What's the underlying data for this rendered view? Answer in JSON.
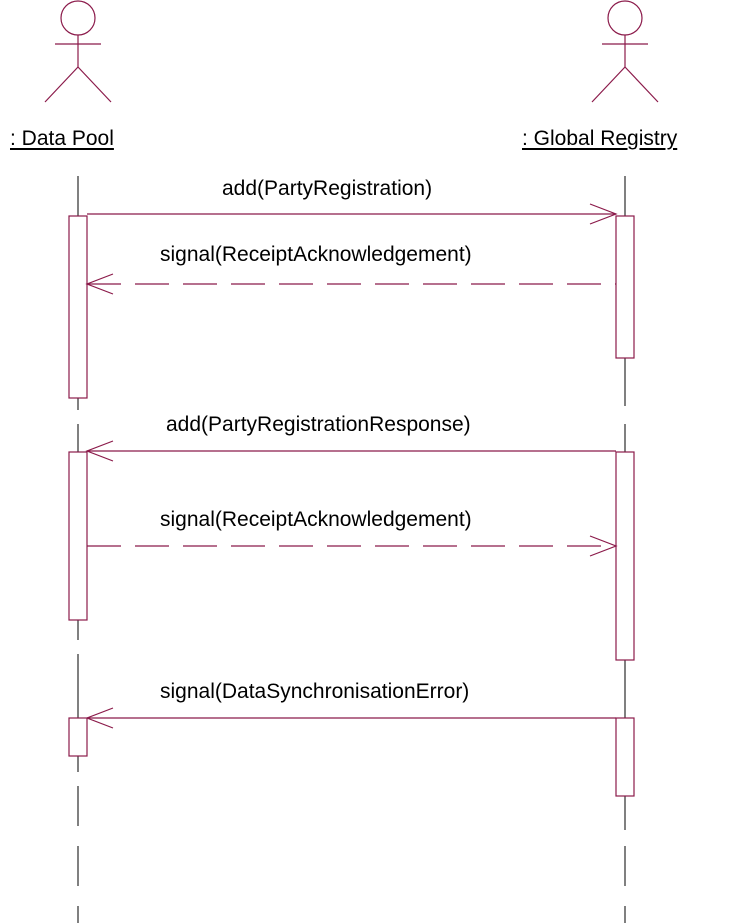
{
  "diagram": {
    "type": "sequence",
    "colors": {
      "line": "#8B1A4A",
      "text": "#000000",
      "background": "#ffffff"
    },
    "actors": [
      {
        "id": "data-pool",
        "label": ": Data Pool",
        "icon": "stick-figure-icon"
      },
      {
        "id": "global-registry",
        "label": ": Global Registry",
        "icon": "stick-figure-icon"
      }
    ],
    "messages": [
      {
        "label": "add(PartyRegistration)",
        "from": "data-pool",
        "to": "global-registry",
        "style": "solid"
      },
      {
        "label": "signal(ReceiptAcknowledgement)",
        "from": "global-registry",
        "to": "data-pool",
        "style": "dashed"
      },
      {
        "label": "add(PartyRegistrationResponse)",
        "from": "global-registry",
        "to": "data-pool",
        "style": "solid"
      },
      {
        "label": "signal(ReceiptAcknowledgement)",
        "from": "data-pool",
        "to": "global-registry",
        "style": "dashed"
      },
      {
        "label": "signal(DataSynchronisationError)",
        "from": "global-registry",
        "to": "data-pool",
        "style": "solid"
      }
    ]
  }
}
